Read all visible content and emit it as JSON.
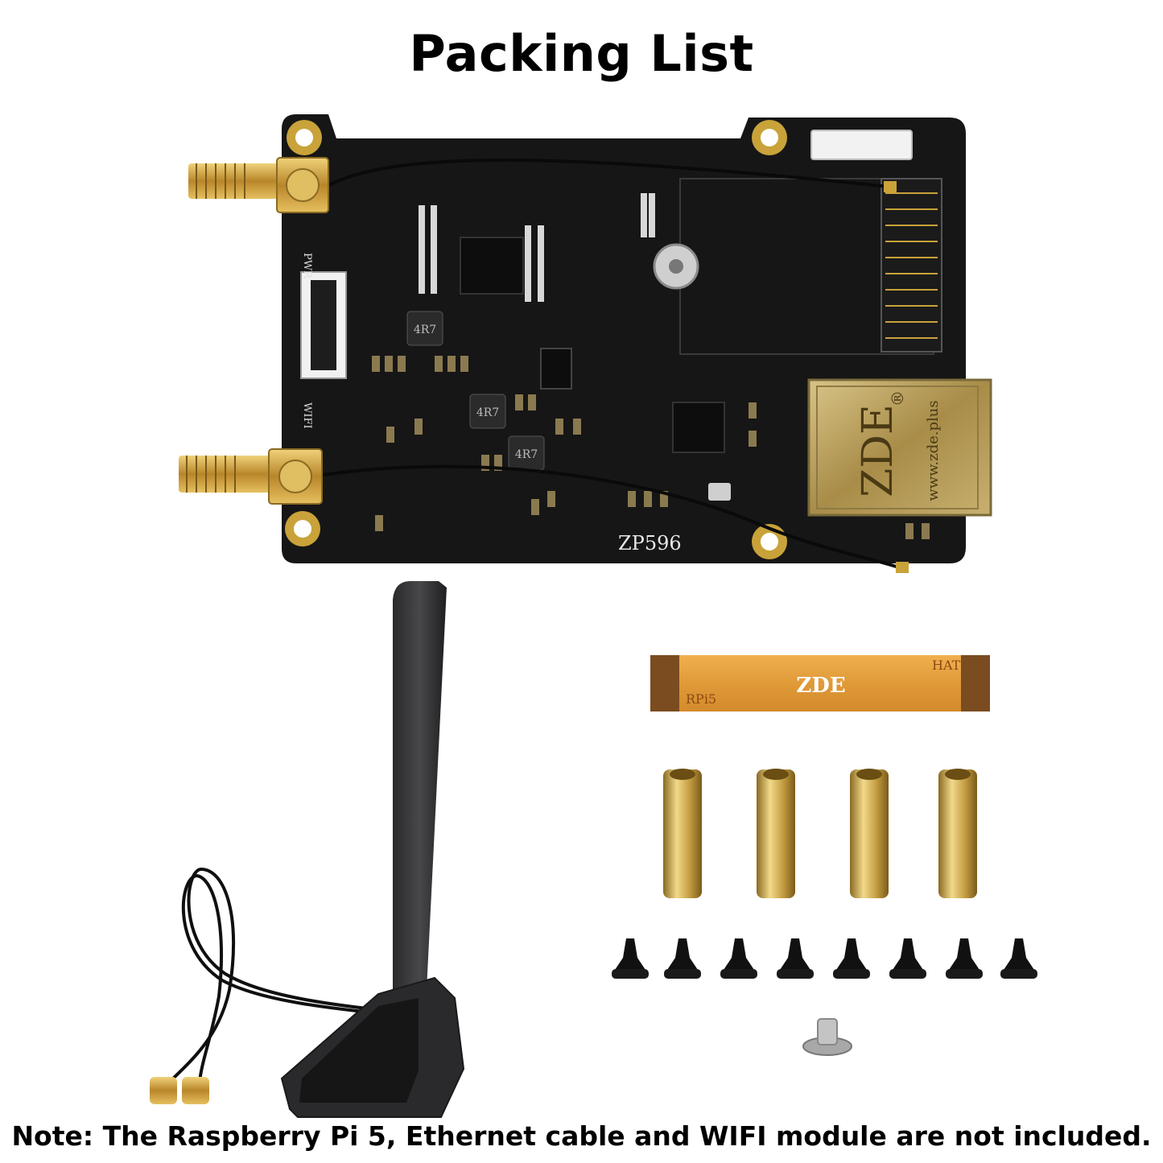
{
  "title": "Packing List",
  "note": "Note: The Raspberry Pi 5, Ethernet cable and WIFI module are not included.",
  "board": {
    "model_label": "ZP596",
    "pwr_label": "PWR",
    "wifi_label": "WIFI",
    "inductor_label": "4R7",
    "rj45_brand": "ZDE",
    "rj45_url": "www.zde.plus",
    "rj45_mark": "®"
  },
  "ribbon_cable": {
    "brand": "ZDE",
    "left_label": "RPi5",
    "right_label": "HAT"
  },
  "colors": {
    "pcb": "#161616",
    "gold": "#c9a23a",
    "brass": "#c8a24a",
    "ribbon": "#e0a040",
    "antenna": "#3a3a3c"
  }
}
